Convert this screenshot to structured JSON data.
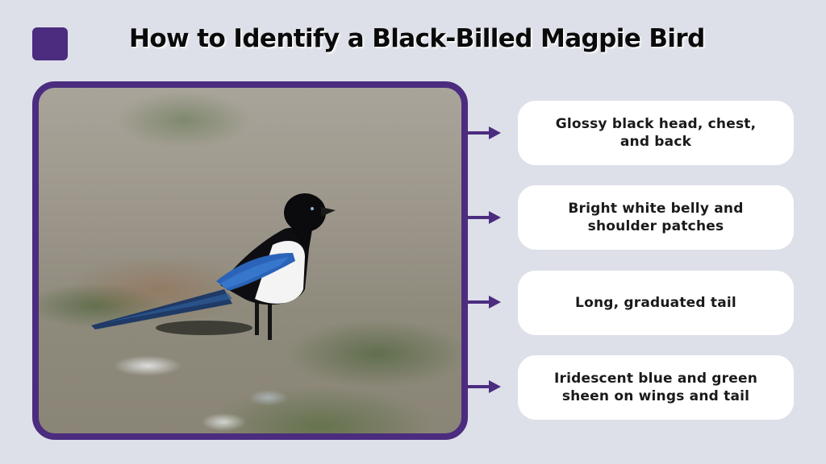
{
  "header": {
    "title": "How to Identify a Black-Billed Magpie Bird",
    "accent_color": "#4b2c7f"
  },
  "photo": {
    "subject": "Black-billed magpie standing on rocky, grassy ground",
    "frame_color": "#4b2c7f"
  },
  "features": [
    {
      "label": "Glossy black head, chest, and back"
    },
    {
      "label": "Bright white belly and shoulder patches"
    },
    {
      "label": "Long, graduated tail"
    },
    {
      "label": "Iridescent blue and green sheen on wings and tail"
    }
  ],
  "colors": {
    "background": "#dde0e8",
    "accent": "#4b2c7f",
    "card": "#ffffff",
    "text": "#1a1a1a"
  }
}
